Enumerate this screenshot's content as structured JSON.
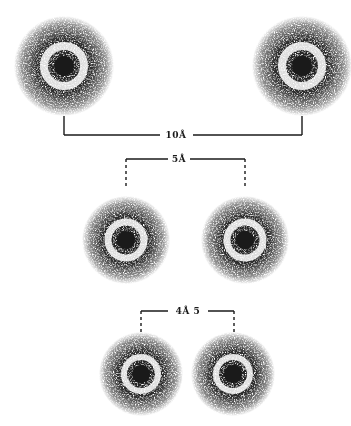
{
  "figure": {
    "colors": {
      "ink": "#1a1a1a",
      "paper": "#ffffff"
    },
    "pairs": [
      {
        "id": "far",
        "label": "10Å",
        "atoms": 2
      },
      {
        "id": "mid",
        "label": "5Å",
        "atoms": 2
      },
      {
        "id": "near",
        "label": "4Å 5",
        "atoms": 2
      }
    ]
  }
}
